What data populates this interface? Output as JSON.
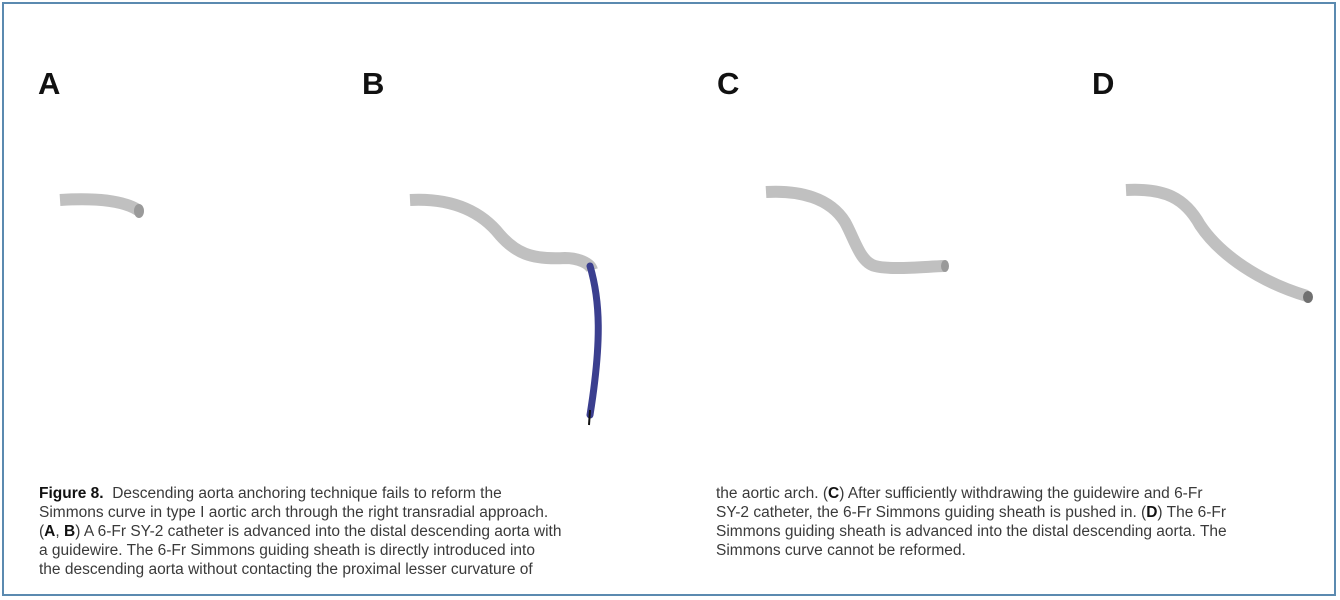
{
  "panels": [
    {
      "letter": "A"
    },
    {
      "letter": "B"
    },
    {
      "letter": "C"
    },
    {
      "letter": "D"
    }
  ],
  "caption": {
    "figure_label": "Figure 8.",
    "line1": "Descending aorta anchoring technique fails to reform the",
    "line2": "Simmons curve in type I aortic arch through the right transradial approach.",
    "line3_open": "(",
    "line3_a": "A",
    "line3_sep": ", ",
    "line3_b": "B",
    "line3_rest": ") A 6-Fr SY-2 catheter is advanced into the distal descending aorta with",
    "line4": "a guidewire. The 6-Fr Simmons guiding sheath is directly introduced into",
    "line5": "the descending aorta without contacting the proximal lesser curvature of",
    "r_line1_pre": "the aortic arch. (",
    "r_line1_c": "C",
    "r_line1_post": ") After sufficiently withdrawing the guidewire and 6-Fr",
    "r_line2_pre": "SY-2 catheter, the 6-Fr Simmons guiding sheath is pushed in. (",
    "r_line2_d": "D",
    "r_line2_post": ") The 6-Fr",
    "r_line3": "Simmons guiding sheath is advanced into the distal descending aorta. The",
    "r_line4": "Simmons curve cannot be reformed."
  },
  "colors": {
    "aorta": "#cc1d1d",
    "sheath": "#c0c0c0",
    "guidewire_catheter": "#3b3f8f",
    "border": "#5b8ab0"
  }
}
